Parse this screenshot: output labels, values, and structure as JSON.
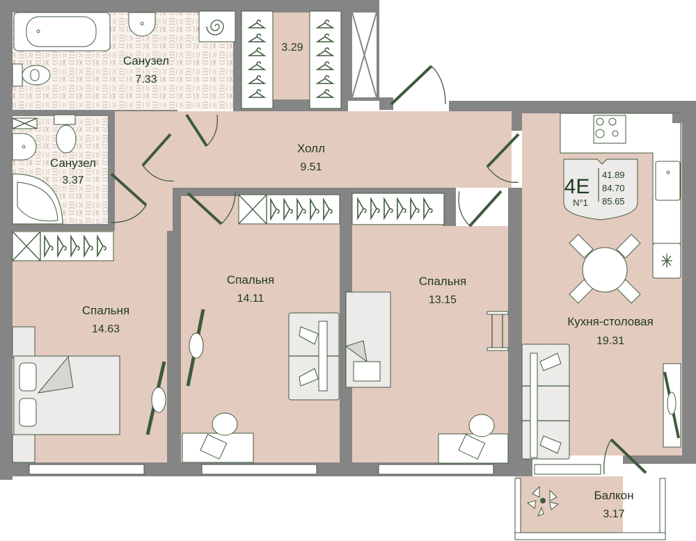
{
  "colors": {
    "wall": "#858585",
    "floor": "#e4cbbf",
    "tile_bg": "#f8f3ef",
    "tile_pattern": "#d8c2b4",
    "text": "#1e3a1e",
    "furniture_stroke": "#3e5a3e",
    "badge_fill": "#ecebe9"
  },
  "unit": {
    "type": "4E",
    "number": "N°1",
    "areas": [
      "41.89",
      "84.70",
      "85.65"
    ]
  },
  "rooms": [
    {
      "id": "bathroom-1",
      "name": "Санузел",
      "area": "7.33"
    },
    {
      "id": "bathroom-2",
      "name": "Санузел",
      "area": "3.37"
    },
    {
      "id": "wardrobe",
      "name": "",
      "area": "3.29"
    },
    {
      "id": "hall",
      "name": "Холл",
      "area": "9.51"
    },
    {
      "id": "bedroom-1",
      "name": "Спальня",
      "area": "14.63"
    },
    {
      "id": "bedroom-2",
      "name": "Спальня",
      "area": "14.11"
    },
    {
      "id": "bedroom-3",
      "name": "Спальня",
      "area": "13.15"
    },
    {
      "id": "kitchen-dining",
      "name": "Кухня-столовая",
      "area": "19.31"
    },
    {
      "id": "balcony",
      "name": "Балкон",
      "area": "3.17"
    }
  ]
}
